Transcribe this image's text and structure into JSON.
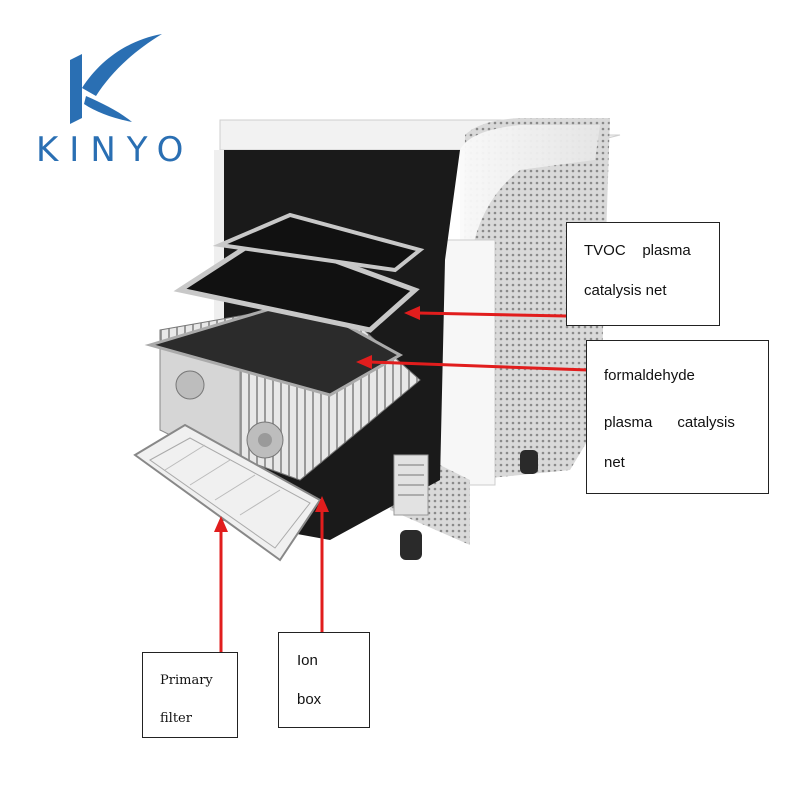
{
  "brand": {
    "name": "KINYO",
    "color": "#2a6fb3"
  },
  "arrow_color": "#e11d1d",
  "callouts": {
    "tvoc": {
      "line1": "TVOC    plasma",
      "line2": "catalysis net"
    },
    "formaldehyde": {
      "line1": "formaldehyde",
      "line2": "plasma      catalysis",
      "line3": "net"
    },
    "primary_filter": {
      "line1": "Primary",
      "line2": "filter"
    },
    "ion_box": {
      "line1": "Ion",
      "line2": "box"
    }
  }
}
